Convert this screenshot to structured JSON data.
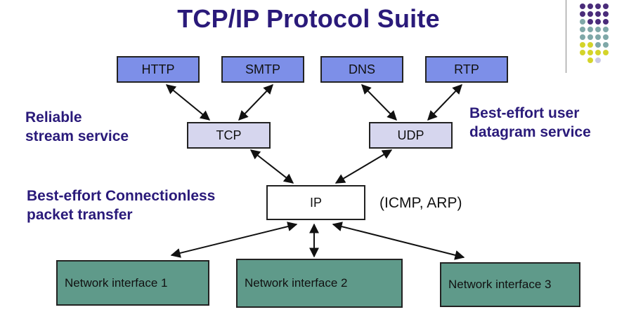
{
  "title": "TCP/IP Protocol Suite",
  "application_layer": [
    "HTTP",
    "SMTP",
    "DNS",
    "RTP"
  ],
  "transport_layer": {
    "tcp": "TCP",
    "udp": "UDP"
  },
  "network_layer": {
    "ip": "IP",
    "ip_note": "(ICMP, ARP)"
  },
  "link_layer": [
    "Network interface 1",
    "Network interface 2",
    "Network interface 3"
  ],
  "annotations": {
    "tcp_service": [
      "Reliable",
      "stream service"
    ],
    "udp_service": [
      "Best-effort user",
      "datagram service"
    ],
    "ip_service": [
      "Best-effort Connectionless",
      "packet transfer"
    ]
  },
  "colors": {
    "title": "#2a1a7a",
    "application_box": "#7d8fe8",
    "transport_box": "#d6d6ee",
    "network_interface_box": "#5f9a8a",
    "decor_purple": "#4a2c7a",
    "decor_teal": "#7fa8a8",
    "decor_yellow": "#d4d42a"
  }
}
